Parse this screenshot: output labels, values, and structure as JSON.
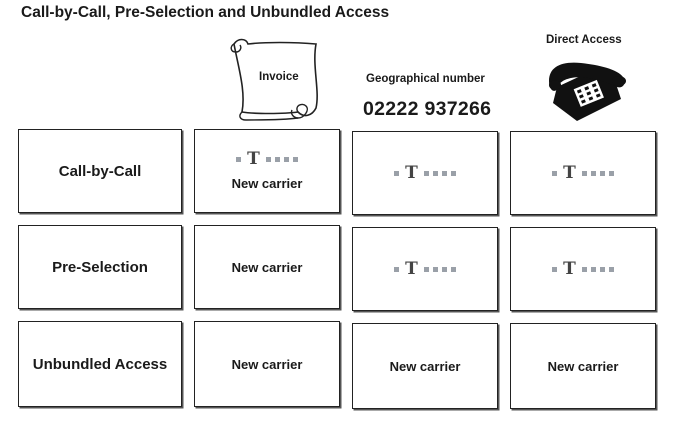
{
  "title": "Call-by-Call, Pre-Selection and Unbundled Access",
  "header": {
    "invoice_label": "Invoice",
    "geographical_label": "Geographical number",
    "geographical_number": "02222 937266",
    "direct_access_label": "Direct Access"
  },
  "rows": [
    {
      "label": "Call-by-Call",
      "cells": [
        {
          "tmark": true,
          "text": "New carrier"
        },
        {
          "tmark": true,
          "text": ""
        },
        {
          "tmark": true,
          "text": ""
        }
      ]
    },
    {
      "label": "Pre-Selection",
      "cells": [
        {
          "tmark": false,
          "text": "New carrier"
        },
        {
          "tmark": true,
          "text": ""
        },
        {
          "tmark": true,
          "text": ""
        }
      ]
    },
    {
      "label": "Unbundled Access",
      "cells": [
        {
          "tmark": false,
          "text": "New carrier"
        },
        {
          "tmark": false,
          "text": "New carrier"
        },
        {
          "tmark": false,
          "text": "New carrier"
        }
      ]
    }
  ],
  "icons": {
    "invoice": "scroll-icon",
    "direct_access": "telephone-icon"
  }
}
